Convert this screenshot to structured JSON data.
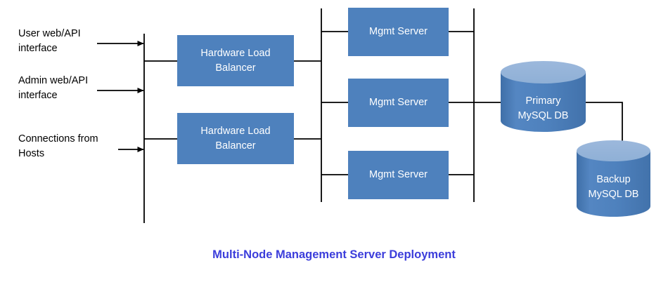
{
  "diagram": {
    "title": "Multi-Node Management Server Deployment",
    "title_color": "#3b3ddb",
    "background_color": "#ffffff",
    "node_fill_color": "#4e81bd",
    "cylinder_top_color": "#95b3d7",
    "connector_color": "#000000",
    "inputs": [
      {
        "label": "User web/API\ninterface"
      },
      {
        "label": "Admin web/API\ninterface"
      },
      {
        "label": "Connections from\nHosts"
      }
    ],
    "load_balancers": [
      {
        "label": "Hardware Load\nBalancer"
      },
      {
        "label": "Hardware Load\nBalancer"
      }
    ],
    "mgmt_servers": [
      {
        "label": "Mgmt Server"
      },
      {
        "label": "Mgmt Server"
      },
      {
        "label": "Mgmt Server"
      }
    ],
    "databases": [
      {
        "label": "Primary\nMySQL DB",
        "role": "primary"
      },
      {
        "label": "Backup\nMySQL DB",
        "role": "backup"
      }
    ]
  }
}
